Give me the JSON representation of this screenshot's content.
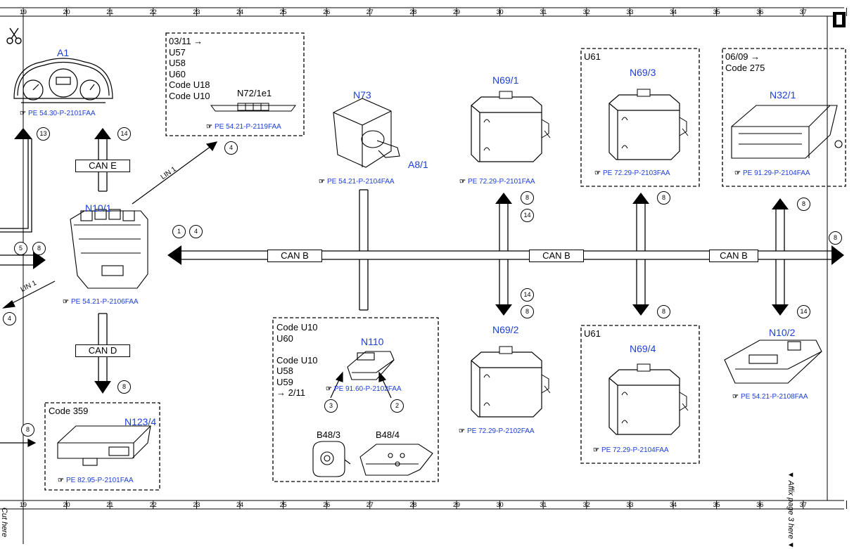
{
  "grid_ticks": [
    "19",
    "20",
    "21",
    "22",
    "23",
    "24",
    "25",
    "26",
    "27",
    "28",
    "29",
    "30",
    "31",
    "32",
    "33",
    "34",
    "35",
    "36",
    "37"
  ],
  "side_text": {
    "cut_here": "Cut here",
    "affix": "▼ Affix page 3 here ▼"
  },
  "colors": {
    "component": "#1c3fd6",
    "line": "#000000"
  },
  "components": [
    {
      "id": "A1",
      "label": "A1",
      "ref": "PE 54.30-P-2101FAA"
    },
    {
      "id": "N10/1",
      "label": "N10/1",
      "ref": "PE 54.21-P-2106FAA"
    },
    {
      "id": "N72/1e1",
      "label": "N72/1e1",
      "ref": "PE 54.21-P-2119FAA"
    },
    {
      "id": "N73",
      "label": "N73",
      "sub": "A8/1",
      "ref": "PE 54.21-P-2104FAA"
    },
    {
      "id": "N69/1",
      "label": "N69/1",
      "ref": "PE 72.29-P-2101FAA"
    },
    {
      "id": "N69/3",
      "label": "N69/3",
      "ref": "PE 72.29-P-2103FAA"
    },
    {
      "id": "N32/1",
      "label": "N32/1",
      "ref": "PE 91.29-P-2104FAA"
    },
    {
      "id": "N69/2",
      "label": "N69/2",
      "ref": "PE 72.29-P-2102FAA"
    },
    {
      "id": "N69/4",
      "label": "N69/4",
      "ref": "PE 72.29-P-2104FAA"
    },
    {
      "id": "N10/2",
      "label": "N10/2",
      "ref": "PE 54.21-P-2108FAA"
    },
    {
      "id": "N110",
      "label": "N110",
      "ref": "PE 91.60-P-2102FAA"
    },
    {
      "id": "N123/4",
      "label": "N123/4",
      "ref": "PE 82.95-P-2101FAA"
    },
    {
      "id": "B48/3",
      "label": "B48/3"
    },
    {
      "id": "B48/4",
      "label": "B48/4"
    }
  ],
  "bus_labels": {
    "can_e": "CAN E",
    "can_d": "CAN D",
    "can_b": "CAN B",
    "lin1": "LIN 1"
  },
  "notes": {
    "n72": "03/11 →\nU57\nU58\nU60\nCode U18\nCode U10",
    "n110": "Code U10\nU60\n\nCode U10\nU58\nU59\n→ 2/11",
    "n69_3": "U61",
    "n69_4": "U61",
    "n32": "06/09 →\nCode 275",
    "n123": "Code 359"
  },
  "callouts": {
    "c13": "13",
    "c14": "14",
    "c4": "4",
    "c1": "1",
    "c8": "8",
    "c5": "5",
    "c3": "3",
    "c2": "2"
  }
}
